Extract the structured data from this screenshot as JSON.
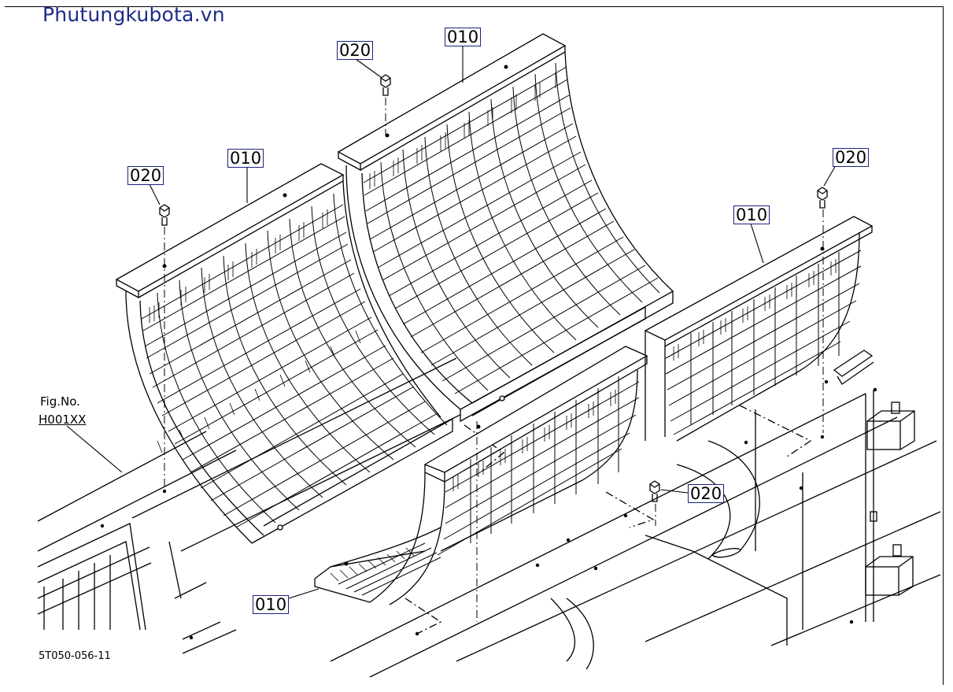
{
  "watermark": "Phutungkubota.vn",
  "figure": {
    "label": "Fig.No.",
    "number": "H001XX"
  },
  "sheet_code": "5T050-056-11",
  "callouts": [
    {
      "id": "a",
      "text": "010"
    },
    {
      "id": "b",
      "text": "010"
    },
    {
      "id": "c",
      "text": "010"
    },
    {
      "id": "d",
      "text": "010"
    },
    {
      "id": "e",
      "text": "020"
    },
    {
      "id": "f",
      "text": "020"
    },
    {
      "id": "g",
      "text": "020"
    },
    {
      "id": "h",
      "text": "020"
    }
  ],
  "colors": {
    "line": "#000000",
    "callout_border": "#1a2280",
    "watermark": "#1d2a8a"
  }
}
